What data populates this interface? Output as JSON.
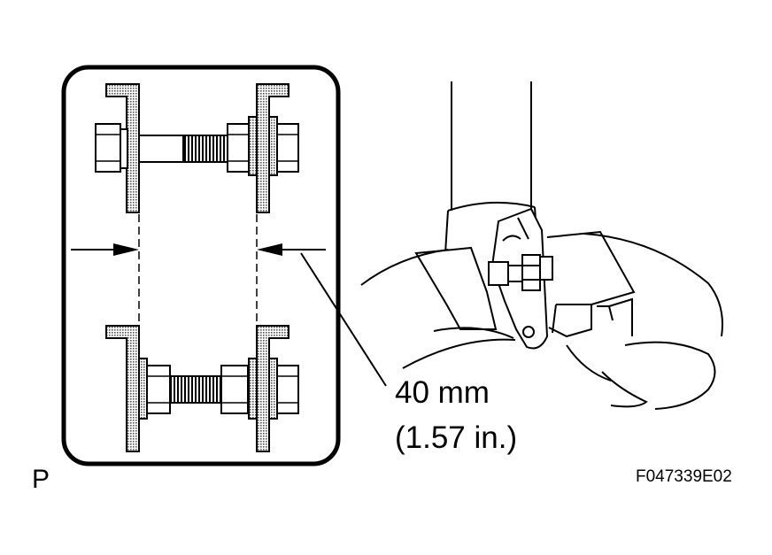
{
  "figure": {
    "dimension_metric": "40 mm",
    "dimension_imperial": "(1.57 in.)",
    "view_marker": "P",
    "figure_code": "F047339E02"
  },
  "colors": {
    "ink": "#000000",
    "paper": "#ffffff",
    "hatch": "#555555"
  },
  "icons": {
    "inset": "bolt-spacing-detail-icon",
    "main": "strut-bracket-bolt-icon"
  }
}
